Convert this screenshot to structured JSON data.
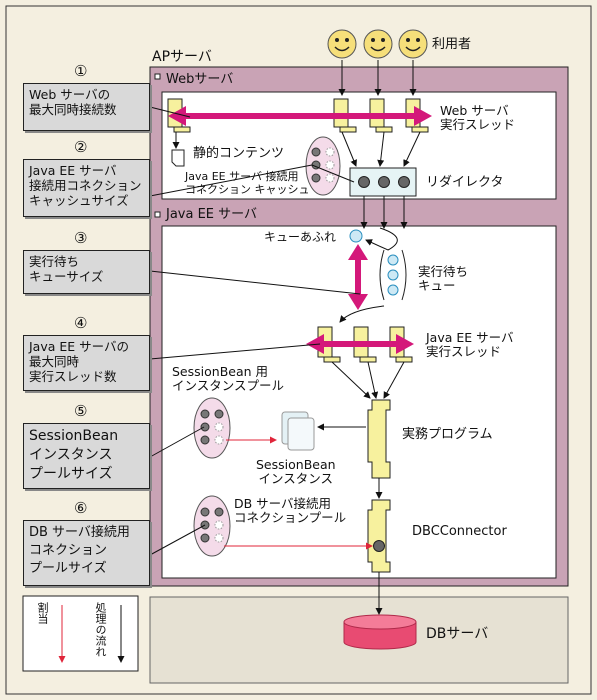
{
  "colors": {
    "background": "#f4efe0",
    "server_fill": "#c9a3b5",
    "callout": "#d9d9d9",
    "thread": "#f7f19e",
    "arrow_magenta": "#d4187a",
    "pool_fill": "#f4dbe9",
    "db": "#e84b72"
  },
  "users": {
    "label": "利用者",
    "icon": "smiley-face-icon"
  },
  "ap_server": {
    "label": "APサーバ"
  },
  "web_server": {
    "label": "Webサーバ",
    "static_content": "静的コンテンツ",
    "threads_label": [
      "Web サーバ",
      "実行スレッド"
    ],
    "redirector": "リダイレクタ",
    "conn_cache": [
      "Java EE サーバ 接続用",
      "コネクション キャッシュ"
    ]
  },
  "javaee_server": {
    "label": "Java EE サーバ",
    "queue_overflow": "キューあふれ",
    "queue_label": [
      "実行待ち",
      "キュー"
    ],
    "threads_label": [
      "Java EE サーバ",
      "実行スレッド"
    ],
    "session_pool": [
      "SessionBean 用",
      "インスタンスプール"
    ],
    "session_instance": [
      "SessionBean",
      "インスタンス"
    ],
    "business_program": "実務プログラム",
    "db_pool": [
      "DB サーバ接続用",
      "コネクションプール"
    ],
    "connector": "DBCConnector"
  },
  "db_server": {
    "label": "DBサーバ"
  },
  "callouts": [
    {
      "num": "①",
      "lines": [
        "Web サーバの",
        "最大同時接続数"
      ]
    },
    {
      "num": "②",
      "lines": [
        "Java EE サーバ",
        "接続用コネクション",
        "キャッシュサイズ"
      ]
    },
    {
      "num": "③",
      "lines": [
        "実行待ち",
        "キューサイズ"
      ]
    },
    {
      "num": "④",
      "lines": [
        "Java EE サーバの",
        "最大同時",
        "実行スレッド数"
      ]
    },
    {
      "num": "⑤",
      "lines": [
        "SessionBean",
        "インスタンス",
        "プールサイズ"
      ]
    },
    {
      "num": "⑥",
      "lines": [
        "DB サーバ接続用",
        "コネクション",
        "プールサイズ"
      ]
    }
  ],
  "legend": {
    "allocation": "割当",
    "flow": "処理の流れ"
  }
}
